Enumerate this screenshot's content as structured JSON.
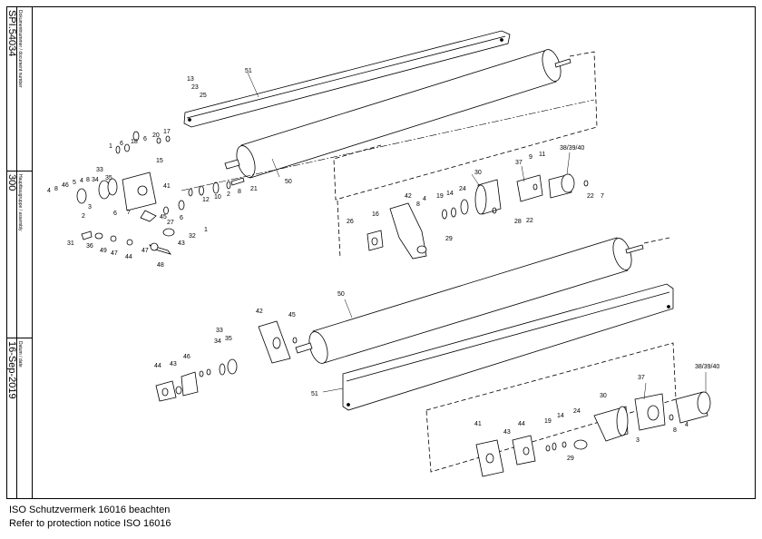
{
  "title_block": {
    "document_number_label": "Dokumentnummer / document number",
    "document_number": "SPI.54034",
    "main_assembly_label": "Hauptbaugruppe / assembly",
    "main_assembly": "300",
    "date_label": "Datum / date",
    "date": "16-Sep-2019"
  },
  "footer": {
    "line1": "ISO Schutzvermerk 16016 beachten",
    "line2": "Refer to protection notice ISO 16016"
  },
  "callouts_upper": [
    "51",
    "13",
    "23",
    "25",
    "50",
    "1",
    "6",
    "18",
    "6",
    "20",
    "17",
    "15",
    "33",
    "34",
    "35",
    "4",
    "8",
    "46",
    "5",
    "4",
    "8",
    "41",
    "2",
    "3",
    "6",
    "7",
    "27",
    "45",
    "6",
    "12",
    "10",
    "2",
    "8",
    "21",
    "32",
    "31",
    "36",
    "49",
    "47",
    "44",
    "47",
    "43",
    "48",
    "1",
    "26",
    "16",
    "42",
    "8",
    "4",
    "19",
    "14",
    "24",
    "30",
    "37",
    "9",
    "11",
    "38/39/40",
    "28",
    "22",
    "22",
    "7",
    "29"
  ],
  "callouts_lower": [
    "50",
    "42",
    "45",
    "33",
    "34",
    "35",
    "46",
    "44",
    "43",
    "51",
    "37",
    "38/39/40",
    "30",
    "41",
    "43",
    "44",
    "19",
    "14",
    "24",
    "3",
    "8",
    "4",
    "29"
  ]
}
